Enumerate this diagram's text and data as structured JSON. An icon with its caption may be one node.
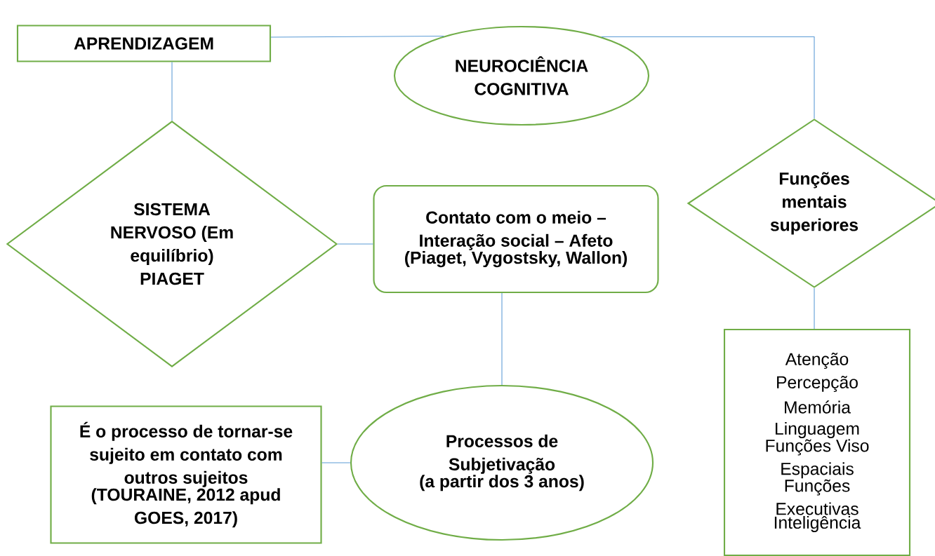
{
  "diagram": {
    "nodes": [
      {
        "text": [
          "APRENDIZAGEM"
        ]
      },
      {
        "text": [
          "NEUROCIÊNCIA COGNITIVA"
        ]
      },
      {
        "text": [
          "SISTEMA NERVOSO (Em equilíbrio) PIAGET"
        ]
      },
      {
        "text": [
          "Contato com o meio – Interação social – Afeto",
          "(Piaget, Vygostsky, Wallon)"
        ]
      },
      {
        "text": [
          "Funções mentais superiores"
        ]
      },
      {
        "text": [
          "Atenção",
          "Percepção",
          "Memória",
          "Linguagem",
          "Funções Viso Espaciais",
          "Funções Executivas",
          "Inteligência"
        ]
      },
      {
        "text": [
          "É o processo de tornar-se sujeito em contato com outros sujeitos",
          "(TOURAINE, 2012 apud GOES, 2017)"
        ]
      },
      {
        "text": [
          "Processos de Subjetivação",
          "(a partir dos 3 anos)"
        ]
      }
    ],
    "edges": [
      {
        "from": 0,
        "to": 1,
        "arrow": "none"
      },
      {
        "from": 1,
        "to": 4,
        "arrow": "none"
      },
      {
        "from": 0,
        "to": 2,
        "arrow": "none"
      },
      {
        "from": 2,
        "to": 3,
        "arrow": "none"
      },
      {
        "from": 3,
        "to": 7,
        "arrow": "none"
      },
      {
        "from": 4,
        "to": 5,
        "arrow": "none"
      },
      {
        "from": 6,
        "to": 7,
        "arrow": "none"
      }
    ]
  }
}
